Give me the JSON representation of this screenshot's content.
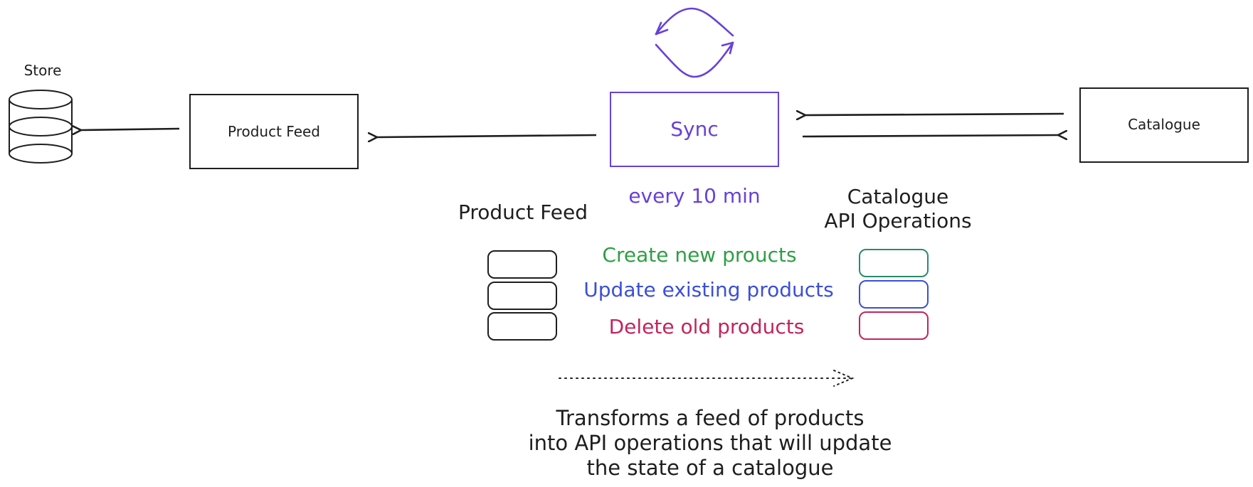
{
  "colors": {
    "ink": "#1e1e1e",
    "sync": "#6741d9",
    "create": "#2f9e44",
    "update": "#3b4fd8",
    "delete": "#c2255c",
    "create_box": "#2b8a6e"
  },
  "nodes": {
    "store": {
      "label": "Store",
      "icon": "database-cylinder-icon"
    },
    "product_feed_box": {
      "label": "Product Feed"
    },
    "sync_box": {
      "label": "Sync",
      "icon": "refresh-cycle-icon"
    },
    "catalogue_box": {
      "label": "Catalogue"
    }
  },
  "sync_interval": "every 10 min",
  "product_feed_heading": "Product Feed",
  "catalogue_heading": {
    "line1": "Catalogue",
    "line2": "API Operations"
  },
  "operations": [
    {
      "label": "Create new proucts",
      "color": "#2f9e44"
    },
    {
      "label": "Update existing products",
      "color": "#3b4fd8"
    },
    {
      "label": "Delete old products",
      "color": "#c2255c"
    }
  ],
  "description": {
    "line1": "Transforms a feed of products",
    "line2": "into API operations that will update",
    "line3": "the state of a catalogue"
  }
}
